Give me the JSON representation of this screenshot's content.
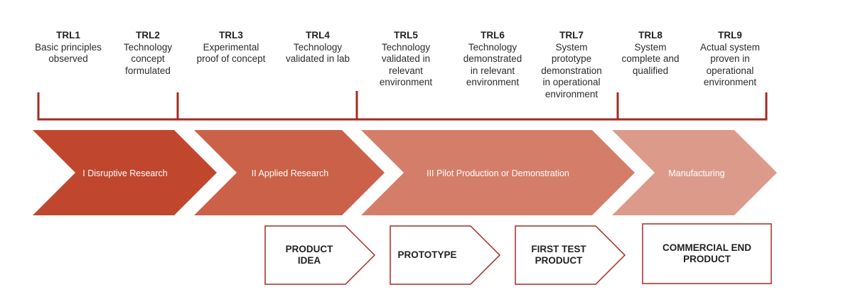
{
  "trl_levels": [
    {
      "code": "TRL1",
      "description": "Basic principles\nobserved"
    },
    {
      "code": "TRL2",
      "description": "Technology\nconcept\nformulated"
    },
    {
      "code": "TRL3",
      "description": "Experimental\nproof of concept"
    },
    {
      "code": "TRL4",
      "description": "Technology\nvalidated in lab"
    },
    {
      "code": "TRL5",
      "description": "Technology\nvalidated in\nrelevant\nenvironment"
    },
    {
      "code": "TRL6",
      "description": "Technology\ndemonstrated\nin relevant\nenvironment"
    },
    {
      "code": "TRL7",
      "description": "System\nprototype\ndemonstration\nin operational\nenvironment"
    },
    {
      "code": "TRL8",
      "description": "System\ncomplete and\nqualified"
    },
    {
      "code": "TRL9",
      "description": "Actual system\nproven in\noperational\nenvironment"
    }
  ],
  "phases": [
    {
      "label": "I Disruptive Research",
      "color": "#c0472e"
    },
    {
      "label": "II Applied Research",
      "color": "#cb6149"
    },
    {
      "label": "III Pilot Production or Demonstration",
      "color": "#d47e6a"
    },
    {
      "label": "Manufacturing",
      "color": "#dc9b8a"
    }
  ],
  "stages": [
    {
      "label": "PRODUCT\nIDEA"
    },
    {
      "label": "PROTOTYPE"
    },
    {
      "label": "FIRST TEST\nPRODUCT"
    },
    {
      "label": "COMMERCIAL END\nPRODUCT"
    }
  ],
  "colors": {
    "bracket": "#a42c22",
    "stage_border": "#a42c22"
  }
}
